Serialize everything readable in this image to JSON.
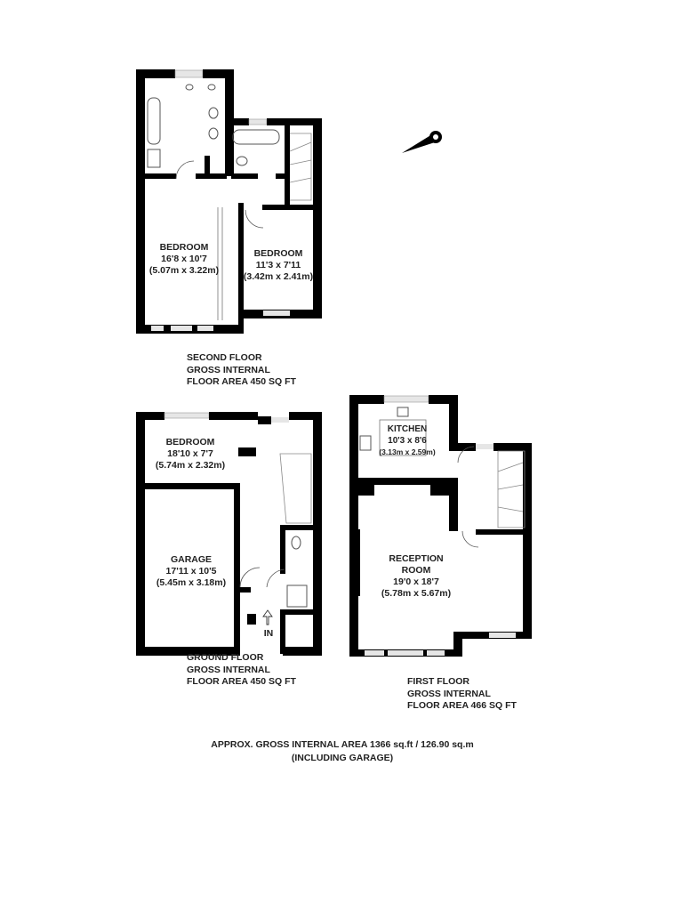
{
  "colors": {
    "wall": "#000000",
    "window": "#e6e6e6",
    "text": "#222222"
  },
  "icons": [
    "compass-icon",
    "entrance-arrow-icon"
  ],
  "second_floor": {
    "rooms": [
      {
        "name": "BEDROOM",
        "imperial": "16'8 x 10'7",
        "metric": "(5.07m x 3.22m)"
      },
      {
        "name": "BEDROOM",
        "imperial": "11'3 x 7'11",
        "metric": "(3.42m x 2.41m)"
      }
    ],
    "caption": [
      "SECOND FLOOR",
      "GROSS INTERNAL",
      "FLOOR AREA 450 SQ FT"
    ]
  },
  "ground_floor": {
    "rooms": [
      {
        "name": "BEDROOM",
        "imperial": "18'10 x 7'7",
        "metric": "(5.74m x 2.32m)"
      },
      {
        "name": "GARAGE",
        "imperial": "17'11 x 10'5",
        "metric": "(5.45m x 3.18m)"
      }
    ],
    "entrance": "IN",
    "caption": [
      "GROUND FLOOR",
      "GROSS INTERNAL",
      "FLOOR AREA 450 SQ FT"
    ]
  },
  "first_floor": {
    "rooms": [
      {
        "name": "KITCHEN",
        "imperial": "10'3 x 8'6",
        "metric": "(3.13m x 2.59m)"
      },
      {
        "name": "RECEPTION",
        "name2": "ROOM",
        "imperial": "19'0 x 18'7",
        "metric": "(5.78m x 5.67m)"
      }
    ],
    "caption": [
      "FIRST FLOOR",
      "GROSS INTERNAL",
      "FLOOR AREA 466 SQ FT"
    ]
  },
  "footer": {
    "line1": "APPROX. GROSS INTERNAL AREA 1366 sq.ft / 126.90 sq.m",
    "line2": "(INCLUDING GARAGE)"
  }
}
